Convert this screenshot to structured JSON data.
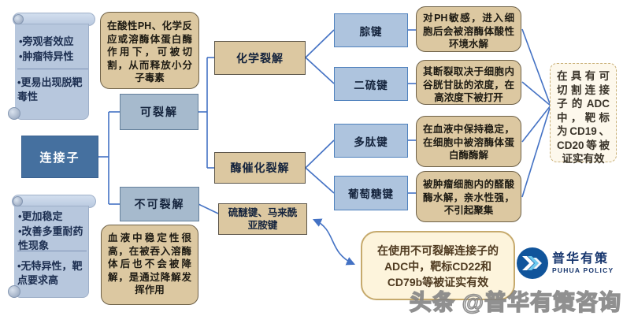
{
  "colors": {
    "line": "#4472c4",
    "root_fill": "#45709f",
    "branch_fill": "#a6bacd",
    "key_fill": "#aec4de",
    "key_border": "#4f81bd",
    "tan_fill": "#dcc8a1",
    "cream_fill": "#fdf4dc",
    "scroll_fill": "#b7c7dd",
    "logo_blue": "#10549b",
    "brand_navy": "#17366e"
  },
  "left_scroll_top": {
    "line1": "•旁观者效应",
    "line2": "•肿瘤特异性",
    "line3": "•更易出现脱靶毒性"
  },
  "left_scroll_bottom": {
    "line1": "•更加稳定",
    "line2": "•改善多重耐药性现象",
    "line3": "•无特异性，靶点要求高"
  },
  "nodes": {
    "root": "连接子",
    "cleavable": "可裂解",
    "non_cleavable": "不可裂解",
    "chemical": "化学裂解",
    "enzymatic": "酶催化裂解",
    "thioether": "硫醚键、马来酰亚胺键",
    "hydrazone": "腙键",
    "disulfide": "二硫键",
    "peptide": "多肽键",
    "glucoside": "葡萄糖键"
  },
  "notes": {
    "cleavable_note": "在酸性PH、化学反应或溶酶体蛋白酶作用下，可被切割，从而释放小分子毒素",
    "non_cleavable_note": "血液中稳定性很高，在被吞入溶酶体后也不会被降解，是通过降解发挥作用",
    "hydrazone_desc": "对PH敏感，进入细胞后会被溶酶体酸性环境水解",
    "disulfide_desc": "其断裂取决于细胞内谷胱甘肽的浓度，在高浓度下被打开",
    "peptide_desc": "在血液中保持稳定，在细胞中被溶酶体蛋白酶酶解",
    "glucoside_desc": "被肿瘤细胞内的醛酸酶水解，亲水性强，不引起聚集",
    "cleavable_targets": "在具有可切割连接子的ADC中，靶标为CD19、CD20等被证实有效",
    "non_cleavable_targets": "在使用不可裂解连接子的ADC中，靶标CD22和CD79b等被证实有效"
  },
  "branding": {
    "logo_cn": "普华有策",
    "logo_en": "PUHUA POLICY",
    "watermark": "头条 @普华有策咨询"
  }
}
